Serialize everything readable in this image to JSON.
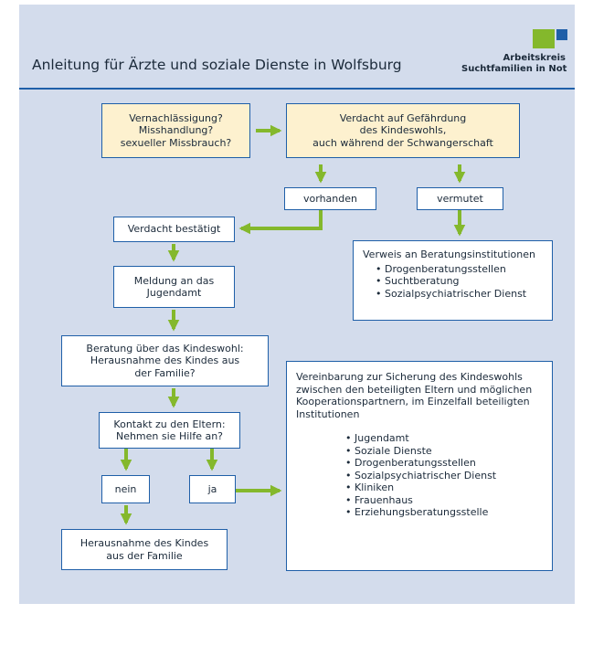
{
  "header": {
    "title": "Anleitung für Ärzte und soziale Dienste in Wolfsburg",
    "org_line1": "Arbeitskreis",
    "org_line2": "Suchtfamilien in Not"
  },
  "colors": {
    "panel": "#d3dcec",
    "border": "#1f5fa8",
    "arrow": "#84b82c",
    "highlight": "#fdf1cf"
  },
  "nodes": {
    "suspect_types": [
      "Vernachlässigung?",
      "Misshandlung?",
      "sexueller Missbrauch?"
    ],
    "suspect_main": [
      "Verdacht auf Gefährdung",
      "des Kindeswohls,",
      "auch während der Schwangerschaft"
    ],
    "present": "vorhanden",
    "presumed": "vermutet",
    "confirmed": "Verdacht bestätigt",
    "report": [
      "Meldung an das",
      "Jugendamt"
    ],
    "referral": {
      "title": "Verweis an Beratungsinstitutionen",
      "items": [
        "Drogenberatungsstellen",
        "Suchtberatung",
        "Sozialpsychiatrischer Dienst"
      ]
    },
    "consultation": [
      "Beratung über das Kindeswohl:",
      "Herausnahme des Kindes aus",
      "der Familie?"
    ],
    "contact": [
      "Kontakt zu den Eltern:",
      "Nehmen sie Hilfe an?"
    ],
    "no": "nein",
    "yes": "ja",
    "removal": [
      "Herausnahme des Kindes",
      "aus der Familie"
    ],
    "agreement": {
      "lines": [
        "Vereinbarung zur Sicherung des Kindeswohls",
        "zwischen den beteiligten Eltern und möglichen",
        "Kooperationspartnern, im Einzelfall beteiligten",
        "Institutionen"
      ],
      "items": [
        "Jugendamt",
        "Soziale Dienste",
        "Drogenberatungsstellen",
        "Sozialpsychiatrischer Dienst",
        "Kliniken",
        "Frauenhaus",
        "Erziehungsberatungsstelle"
      ]
    }
  }
}
